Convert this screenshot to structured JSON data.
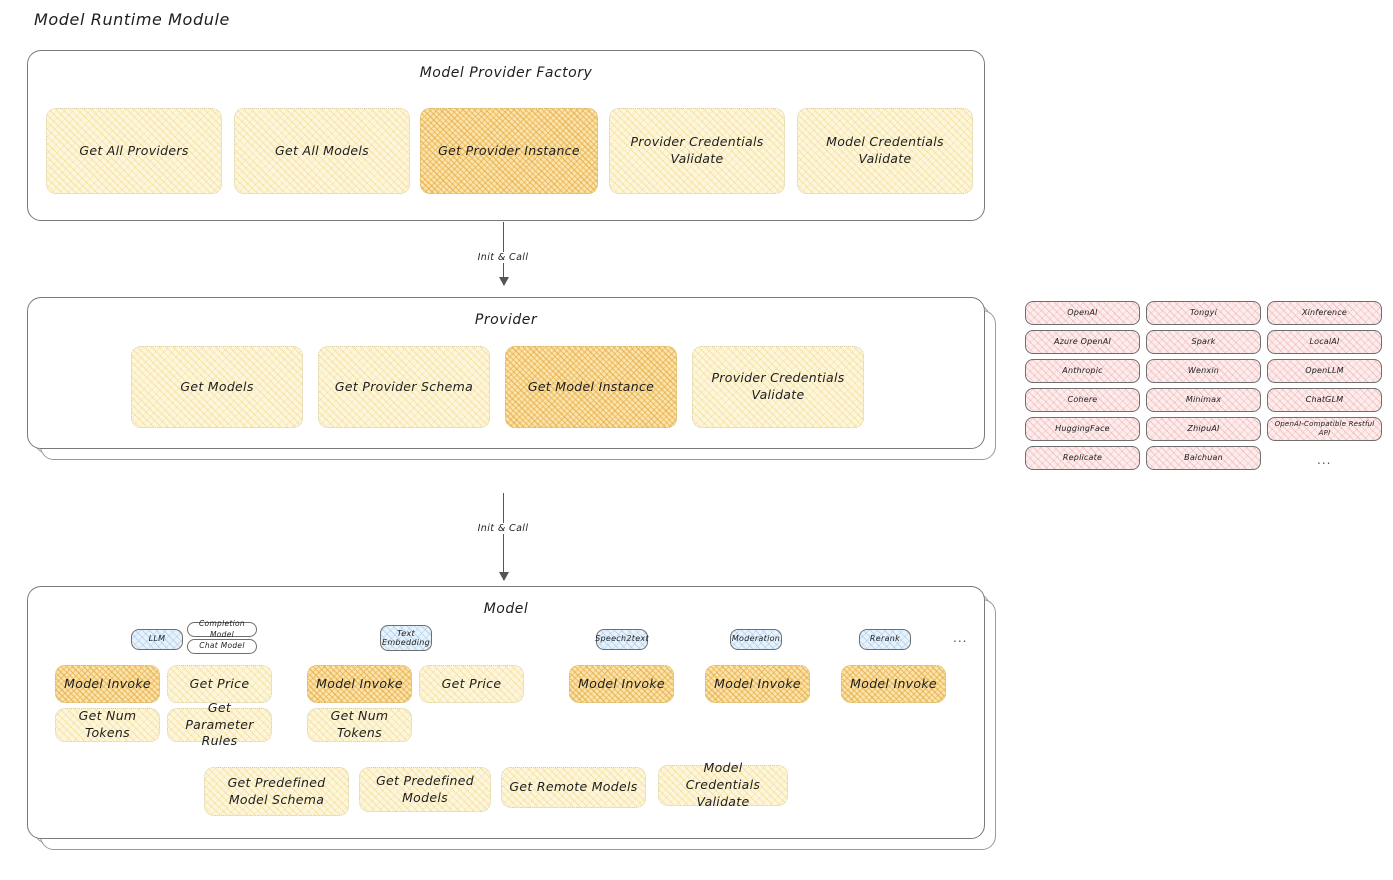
{
  "page": {
    "title": "Model Runtime Module"
  },
  "factory": {
    "title": "Model Provider Factory",
    "nodes": [
      {
        "label": "Get All Providers",
        "highlight": false
      },
      {
        "label": "Get All Models",
        "highlight": false
      },
      {
        "label": "Get Provider Instance",
        "highlight": true
      },
      {
        "label": "Provider Credentials Validate",
        "highlight": false
      },
      {
        "label": "Model Credentials Validate",
        "highlight": false
      }
    ]
  },
  "arrows": [
    {
      "label": "Init & Call"
    },
    {
      "label": "Init & Call"
    }
  ],
  "provider": {
    "title": "Provider",
    "nodes": [
      {
        "label": "Get Models",
        "highlight": false
      },
      {
        "label": "Get Provider Schema",
        "highlight": false
      },
      {
        "label": "Get Model Instance",
        "highlight": true
      },
      {
        "label": "Provider Credentials Validate",
        "highlight": false
      }
    ]
  },
  "provider_list": {
    "columns": [
      [
        "OpenAI",
        "Azure OpenAI",
        "Anthropic",
        "Cohere",
        "HuggingFace",
        "Replicate"
      ],
      [
        "Tongyi",
        "Spark",
        "Wenxin",
        "Minimax",
        "ZhipuAI",
        "Baichuan"
      ],
      [
        "Xinference",
        "LocalAI",
        "OpenLLM",
        "ChatGLM",
        "OpenAI-Compatible Restful API"
      ]
    ],
    "more": "..."
  },
  "model": {
    "title": "Model",
    "more": "...",
    "types": [
      {
        "badge": "LLM",
        "badge_style": "blue",
        "sub_badges": [
          "Completion Model",
          "Chat Model"
        ],
        "methods": [
          {
            "label": "Model Invoke",
            "highlight": true
          },
          {
            "label": "Get Price",
            "highlight": false
          },
          {
            "label": "Get Num Tokens",
            "highlight": false
          },
          {
            "label": "Get Parameter Rules",
            "highlight": false
          }
        ]
      },
      {
        "badge": "Text Embedding",
        "badge_style": "blue",
        "sub_badges": [],
        "methods": [
          {
            "label": "Model Invoke",
            "highlight": true
          },
          {
            "label": "Get Price",
            "highlight": false
          },
          {
            "label": "Get Num Tokens",
            "highlight": false
          }
        ]
      },
      {
        "badge": "Speech2text",
        "badge_style": "blue",
        "sub_badges": [],
        "methods": [
          {
            "label": "Model Invoke",
            "highlight": true
          }
        ]
      },
      {
        "badge": "Moderation",
        "badge_style": "blue",
        "sub_badges": [],
        "methods": [
          {
            "label": "Model Invoke",
            "highlight": true
          }
        ]
      },
      {
        "badge": "Rerank",
        "badge_style": "blue",
        "sub_badges": [],
        "methods": [
          {
            "label": "Model Invoke",
            "highlight": true
          }
        ]
      }
    ],
    "common_methods": [
      "Get Predefined Model Schema",
      "Get Predefined Models",
      "Get Remote Models",
      "Model Credentials Validate"
    ]
  },
  "colors": {
    "highlight_fill": "#fbe3ab",
    "normal_fill": "#fdf6dd",
    "provider_chip_fill": "#fdecec",
    "badge_fill": "#e8f2fb",
    "stroke": "#7a7a7a",
    "text": "#1e1e1e"
  }
}
